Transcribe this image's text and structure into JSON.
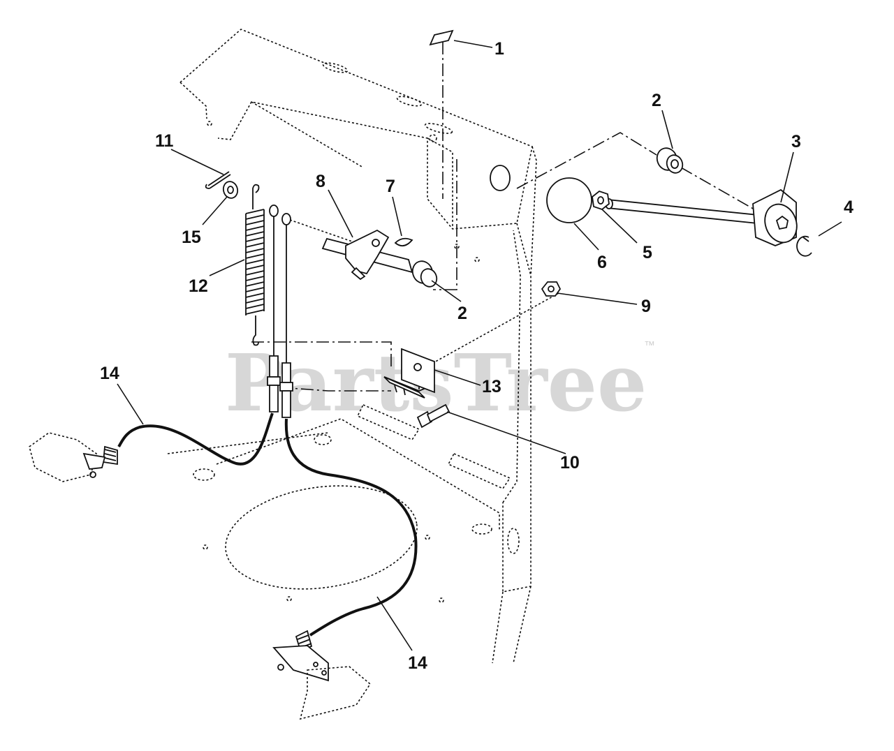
{
  "watermark": {
    "text": "PartsTree",
    "trademark": "™"
  },
  "callouts": [
    {
      "id": "c1",
      "label": "1"
    },
    {
      "id": "c2a",
      "label": "2"
    },
    {
      "id": "c3",
      "label": "3"
    },
    {
      "id": "c4",
      "label": "4"
    },
    {
      "id": "c5",
      "label": "5"
    },
    {
      "id": "c6",
      "label": "6"
    },
    {
      "id": "c7",
      "label": "7"
    },
    {
      "id": "c8",
      "label": "8"
    },
    {
      "id": "c2b",
      "label": "2"
    },
    {
      "id": "c9",
      "label": "9"
    },
    {
      "id": "c10",
      "label": "10"
    },
    {
      "id": "c11",
      "label": "11"
    },
    {
      "id": "c12",
      "label": "12"
    },
    {
      "id": "c13",
      "label": "13"
    },
    {
      "id": "c14a",
      "label": "14"
    },
    {
      "id": "c14b",
      "label": "14"
    },
    {
      "id": "c15",
      "label": "15"
    }
  ]
}
